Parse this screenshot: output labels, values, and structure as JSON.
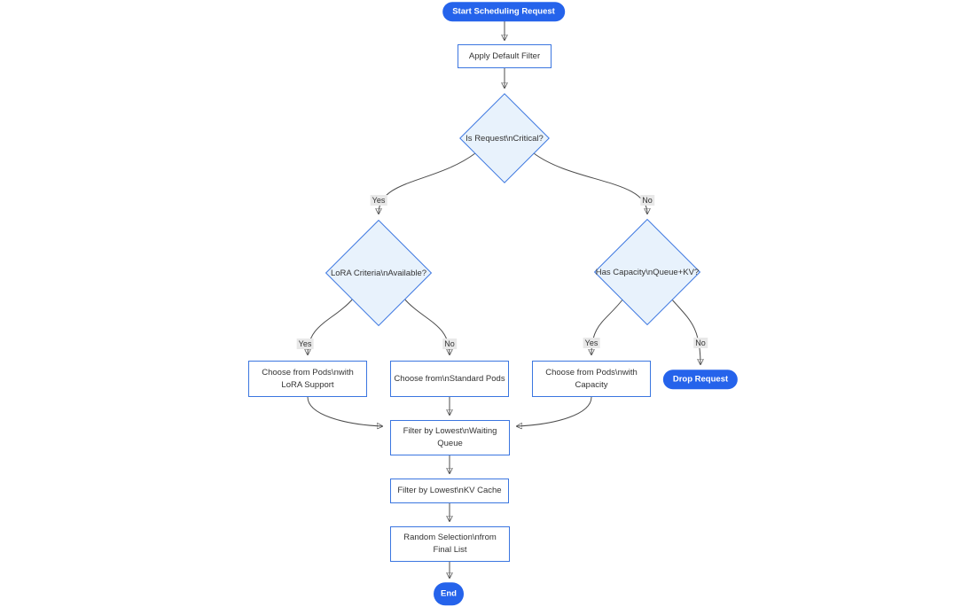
{
  "diagram": {
    "title": "scheduling request flowchart",
    "colors": {
      "terminal_fill": "#2563eb",
      "terminal_text": "#ffffff",
      "node_border": "#3b76e0",
      "decision_fill": "#e8f2fc",
      "process_fill": "#ffffff",
      "edge_stroke": "#4c4c4c",
      "edge_label_bg": "#e8e8e8",
      "node_text": "#333333"
    },
    "nodes": {
      "start": {
        "type": "terminal",
        "label": "Start Scheduling Request"
      },
      "apply_default_filter": {
        "type": "process",
        "label": "Apply Default Filter"
      },
      "is_request_critical": {
        "type": "decision",
        "label": "Is Request\\nCritical?"
      },
      "lora_criteria_available": {
        "type": "decision",
        "label": "LoRA Criteria\\nAvailable?"
      },
      "has_capacity_queue_kv": {
        "type": "decision",
        "label": "Has Capacity\\nQueue+KV?"
      },
      "choose_lora_pods": {
        "type": "process",
        "label": "Choose from Pods\\nwith LoRA Support"
      },
      "choose_standard_pods": {
        "type": "process",
        "label": "Choose from\\nStandard Pods"
      },
      "choose_capacity_pods": {
        "type": "process",
        "label": "Choose from Pods\\nwith Capacity"
      },
      "drop_request": {
        "type": "terminal",
        "label": "Drop Request"
      },
      "filter_waiting_queue": {
        "type": "process",
        "label": "Filter by Lowest\\nWaiting Queue"
      },
      "filter_kv_cache": {
        "type": "process",
        "label": "Filter by Lowest\\nKV Cache"
      },
      "random_selection": {
        "type": "process",
        "label": "Random Selection\\nfrom Final List"
      },
      "end": {
        "type": "terminal",
        "label": "End"
      }
    },
    "edges": [
      {
        "from": "start",
        "to": "apply_default_filter",
        "label": ""
      },
      {
        "from": "apply_default_filter",
        "to": "is_request_critical",
        "label": ""
      },
      {
        "from": "is_request_critical",
        "to": "lora_criteria_available",
        "label": "Yes"
      },
      {
        "from": "is_request_critical",
        "to": "has_capacity_queue_kv",
        "label": "No"
      },
      {
        "from": "lora_criteria_available",
        "to": "choose_lora_pods",
        "label": "Yes"
      },
      {
        "from": "lora_criteria_available",
        "to": "choose_standard_pods",
        "label": "No"
      },
      {
        "from": "has_capacity_queue_kv",
        "to": "choose_capacity_pods",
        "label": "Yes"
      },
      {
        "from": "has_capacity_queue_kv",
        "to": "drop_request",
        "label": "No"
      },
      {
        "from": "choose_lora_pods",
        "to": "filter_waiting_queue",
        "label": ""
      },
      {
        "from": "choose_standard_pods",
        "to": "filter_waiting_queue",
        "label": ""
      },
      {
        "from": "choose_capacity_pods",
        "to": "filter_waiting_queue",
        "label": ""
      },
      {
        "from": "filter_waiting_queue",
        "to": "filter_kv_cache",
        "label": ""
      },
      {
        "from": "filter_kv_cache",
        "to": "random_selection",
        "label": ""
      },
      {
        "from": "random_selection",
        "to": "end",
        "label": ""
      }
    ]
  }
}
